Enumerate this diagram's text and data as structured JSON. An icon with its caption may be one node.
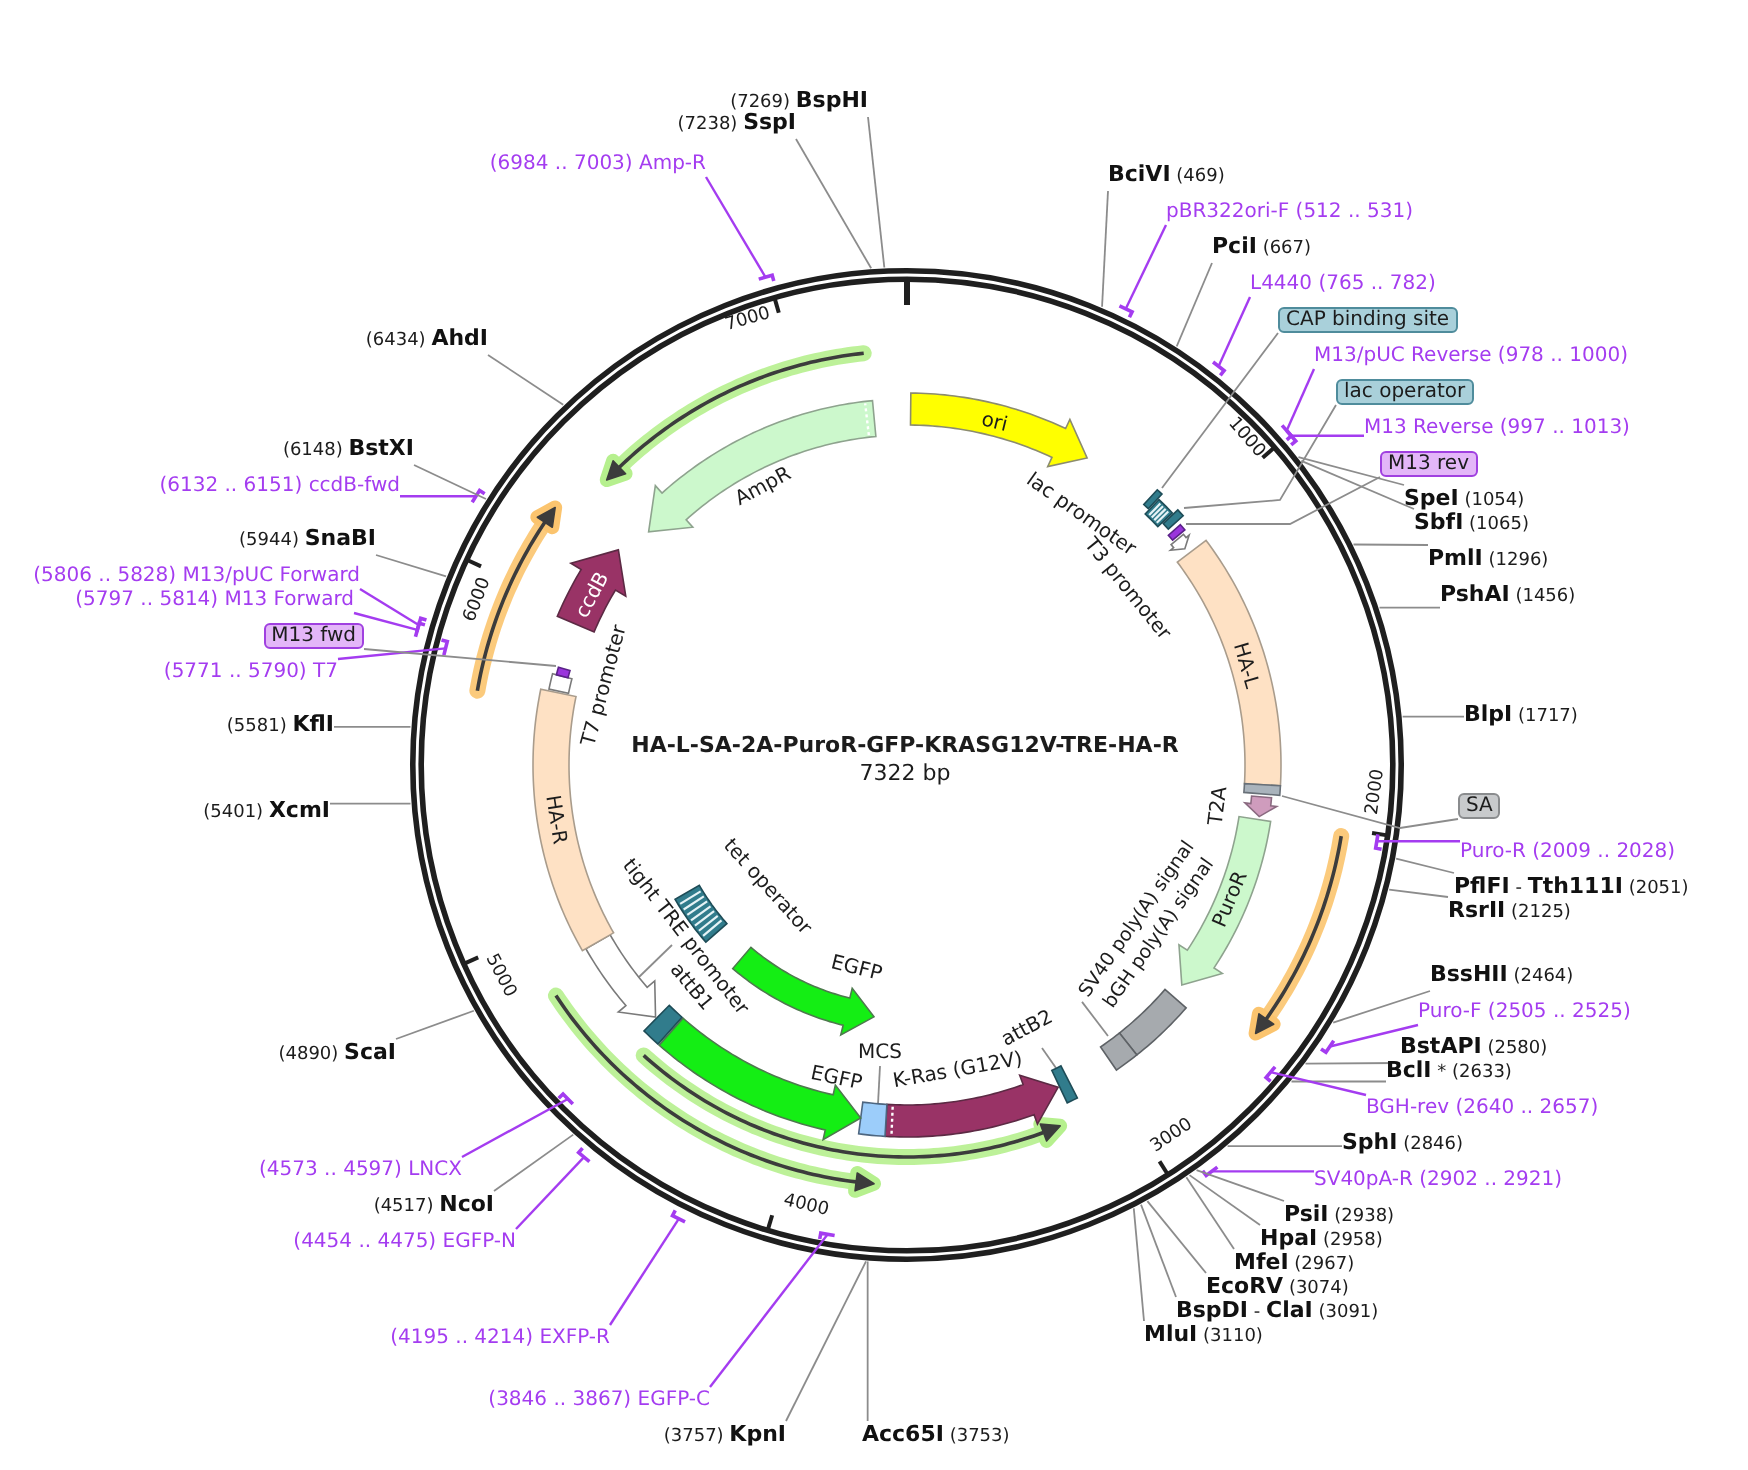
{
  "diagram": {
    "title": "HA-L-SA-2A-PuroR-GFP-KRASG12V-TRE-HA-R",
    "nodes": [
      {
        "text": [
          "(7269) **BspHI**"
        ]
      },
      {
        "text": [
          "(7238) **SspI**"
        ]
      },
      {
        "text": [
          "(6984 .. 7003) Amp-R"
        ]
      },
      {
        "text": [
          "**BciVI** (469)"
        ]
      },
      {
        "text": [
          "pBR322ori-F (512 .. 531)"
        ]
      },
      {
        "text": [
          "**PciI** (667)"
        ]
      },
      {
        "text": [
          "L4440 (765 .. 782)"
        ]
      },
      {
        "text": [
          "CAP binding site"
        ]
      },
      {
        "text": [
          "M13/pUC Reverse (978 .. 1000)"
        ]
      },
      {
        "text": [
          "lac operator"
        ]
      },
      {
        "text": [
          "M13 Reverse (997 .. 1013)"
        ]
      },
      {
        "text": [
          "M13 rev"
        ]
      },
      {
        "text": [
          "**SpeI** (1054)"
        ]
      },
      {
        "text": [
          "**SbfI** (1065)"
        ]
      },
      {
        "text": [
          "**PmlI** (1296)"
        ]
      },
      {
        "text": [
          "**PshAI** (1456)"
        ]
      },
      {
        "text": [
          "**BlpI** (1717)"
        ]
      },
      {
        "text": [
          "SA"
        ]
      },
      {
        "text": [
          "Puro-R (2009 .. 2028)"
        ]
      },
      {
        "text": [
          "**PflFI** - **Tth111I** (2051)"
        ]
      },
      {
        "text": [
          "**RsrII** (2125)"
        ]
      },
      {
        "text": [
          "**BssHII** (2464)"
        ]
      },
      {
        "text": [
          "Puro-F (2505 .. 2525)"
        ]
      },
      {
        "text": [
          "**BstAPI** (2580)"
        ]
      },
      {
        "text": [
          "**BclI** * (2633)"
        ]
      },
      {
        "text": [
          "BGH-rev (2640 .. 2657)"
        ]
      },
      {
        "text": [
          "**SphI** (2846)"
        ]
      },
      {
        "text": [
          "SV40pA-R (2902 .. 2921)"
        ]
      },
      {
        "text": [
          "**PsiI** (2938)"
        ]
      },
      {
        "text": [
          "**HpaI** (2958)"
        ]
      },
      {
        "text": [
          "**MfeI** (2967)"
        ]
      },
      {
        "text": [
          "**EcoRV** (3074)"
        ]
      },
      {
        "text": [
          "**BspDI** - **ClaI** (3091)"
        ]
      },
      {
        "text": [
          "**MluI** (3110)"
        ]
      },
      {
        "text": [
          "**Acc65I** (3753)"
        ]
      },
      {
        "text": [
          "(3757) **KpnI**"
        ]
      },
      {
        "text": [
          "(3846 .. 3867) EGFP-C"
        ]
      },
      {
        "text": [
          "(4195 .. 4214) EXFP-R"
        ]
      },
      {
        "text": [
          "(4454 .. 4475) EGFP-N"
        ]
      },
      {
        "text": [
          "(4517) **NcoI**"
        ]
      },
      {
        "text": [
          "(4573 .. 4597) LNCX"
        ]
      },
      {
        "text": [
          "(4890) **ScaI**"
        ]
      },
      {
        "text": [
          "(5401) **XcmI**"
        ]
      },
      {
        "text": [
          "(5581) **KflI**"
        ]
      },
      {
        "text": [
          "(5771 .. 5790) T7"
        ]
      },
      {
        "text": [
          "M13 fwd"
        ]
      },
      {
        "text": [
          "(5797 .. 5814) M13 Forward"
        ]
      },
      {
        "text": [
          "(5806 .. 5828) M13/pUC Forward"
        ]
      },
      {
        "text": [
          "(5944) **SnaBI**"
        ]
      },
      {
        "text": [
          "(6132 .. 6151) ccdB-fwd"
        ]
      },
      {
        "text": [
          "(6148) **BstXI**"
        ]
      },
      {
        "text": [
          "(6434) **AhdI**"
        ]
      },
      {
        "text": [
          "ori"
        ]
      },
      {
        "text": [],
        "shape": "box"
      },
      {
        "text": [],
        "shape": "box",
        "beside": [
          "lac promoter"
        ]
      },
      {
        "text": [],
        "shape": "box"
      },
      {
        "text": [],
        "shape": "box"
      },
      {
        "text": [],
        "shape": "arrow",
        "beside": [
          "T3 promoter"
        ]
      },
      {
        "text": [
          "HA-L"
        ]
      },
      {
        "text": [],
        "shape": "box"
      },
      {
        "text": [],
        "shape": "arrow"
      },
      {
        "text": [
          "PuroR"
        ]
      },
      {
        "text": [],
        "shape": "box",
        "beside": [
          "bGH poly(A) signal"
        ]
      },
      {
        "text": [],
        "shape": "box"
      },
      {
        "text": [
          "SV40 poly(A) signal"
        ]
      },
      {
        "text": [],
        "shape": "box"
      },
      {
        "text": [
          "attB2"
        ]
      },
      {
        "text": [],
        "shape": "arrow",
        "beside": [
          "K-Ras (G12V)"
        ]
      },
      {
        "text": [],
        "shape": "box"
      },
      {
        "text": [
          "MCS"
        ]
      },
      {
        "text": [],
        "shape": "arrow",
        "beside": [
          "EGFP"
        ]
      },
      {
        "text": [],
        "shape": "box",
        "beside": [
          "attB1"
        ]
      },
      {
        "text": [],
        "shape": "arrow"
      },
      {
        "text": [
          "tight TRE promoter"
        ]
      },
      {
        "text": [],
        "shape": "box",
        "beside": [
          "tet operator"
        ]
      },
      {
        "text": [],
        "shape": "arrow",
        "beside": [
          "EGFP"
        ]
      },
      {
        "text": [
          "HA-R"
        ]
      },
      {
        "text": [],
        "shape": "box",
        "beside": [
          "T7 promoter"
        ]
      },
      {
        "text": [],
        "shape": "box"
      },
      {
        "text": [
          "ccdB"
        ]
      },
      {
        "text": [],
        "shape": "arrow",
        "beside": [
          "AmpR"
        ]
      }
    ],
    "edges": [
      {
        "from": 0,
        "to": null,
        "arrow": "none"
      },
      {
        "from": 1,
        "to": null,
        "arrow": "none"
      },
      {
        "from": 2,
        "to": null,
        "arrow": "none",
        "color": "#a43cf0"
      },
      {
        "from": 3,
        "to": null,
        "arrow": "none"
      },
      {
        "from": 4,
        "to": null,
        "arrow": "none",
        "color": "#a43cf0"
      },
      {
        "from": 5,
        "to": null,
        "arrow": "none"
      },
      {
        "from": 6,
        "to": null,
        "arrow": "none",
        "color": "#a43cf0"
      },
      {
        "from": 7,
        "to": 53,
        "arrow": "none"
      },
      {
        "from": 8,
        "to": null,
        "arrow": "none",
        "color": "#a43cf0"
      },
      {
        "from": 9,
        "to": 55,
        "arrow": "none"
      },
      {
        "from": 10,
        "to": null,
        "arrow": "none",
        "color": "#a43cf0"
      },
      {
        "from": 11,
        "to": 56,
        "arrow": "none"
      },
      {
        "from": 12,
        "to": null,
        "arrow": "none"
      },
      {
        "from": 13,
        "to": null,
        "arrow": "none"
      },
      {
        "from": 14,
        "to": null,
        "arrow": "none"
      },
      {
        "from": 15,
        "to": null,
        "arrow": "none"
      },
      {
        "from": 16,
        "to": null,
        "arrow": "none"
      },
      {
        "from": 17,
        "to": 59,
        "arrow": "none"
      },
      {
        "from": 18,
        "to": null,
        "arrow": "none",
        "color": "#a43cf0"
      },
      {
        "from": 19,
        "to": null,
        "arrow": "none"
      },
      {
        "from": 20,
        "to": null,
        "arrow": "none"
      },
      {
        "from": 21,
        "to": null,
        "arrow": "none"
      },
      {
        "from": 22,
        "to": null,
        "arrow": "none",
        "color": "#a43cf0"
      },
      {
        "from": 23,
        "to": null,
        "arrow": "none"
      },
      {
        "from": 24,
        "to": null,
        "arrow": "none"
      },
      {
        "from": 25,
        "to": null,
        "arrow": "none",
        "color": "#a43cf0"
      },
      {
        "from": 26,
        "to": null,
        "arrow": "none"
      },
      {
        "from": 27,
        "to": null,
        "arrow": "none",
        "color": "#a43cf0"
      },
      {
        "from": 28,
        "to": null,
        "arrow": "none"
      },
      {
        "from": 29,
        "to": null,
        "arrow": "none"
      },
      {
        "from": 30,
        "to": null,
        "arrow": "none"
      },
      {
        "from": 31,
        "to": null,
        "arrow": "none"
      },
      {
        "from": 32,
        "to": null,
        "arrow": "none"
      },
      {
        "from": 33,
        "to": null,
        "arrow": "none"
      },
      {
        "from": 34,
        "to": null,
        "arrow": "none"
      },
      {
        "from": 35,
        "to": null,
        "arrow": "none"
      },
      {
        "from": 36,
        "to": null,
        "arrow": "none",
        "color": "#a43cf0"
      },
      {
        "from": 37,
        "to": null,
        "arrow": "none",
        "color": "#a43cf0"
      },
      {
        "from": 38,
        "to": null,
        "arrow": "none",
        "color": "#a43cf0"
      },
      {
        "from": 39,
        "to": null,
        "arrow": "none"
      },
      {
        "from": 40,
        "to": null,
        "arrow": "none",
        "color": "#a43cf0"
      },
      {
        "from": 41,
        "to": null,
        "arrow": "none"
      },
      {
        "from": 42,
        "to": null,
        "arrow": "none"
      },
      {
        "from": 43,
        "to": null,
        "arrow": "none"
      },
      {
        "from": 44,
        "to": null,
        "arrow": "none",
        "color": "#a43cf0"
      },
      {
        "from": 45,
        "to": 78,
        "arrow": "none"
      },
      {
        "from": 46,
        "to": null,
        "arrow": "none",
        "color": "#a43cf0"
      },
      {
        "from": 47,
        "to": null,
        "arrow": "none",
        "color": "#a43cf0"
      },
      {
        "from": 48,
        "to": null,
        "arrow": "none"
      },
      {
        "from": 49,
        "to": null,
        "arrow": "none",
        "color": "#a43cf0"
      },
      {
        "from": 50,
        "to": null,
        "arrow": "none"
      },
      {
        "from": 51,
        "to": null,
        "arrow": "none"
      },
      {
        "from": 64,
        "to": 63,
        "arrow": "none"
      },
      {
        "from": 66,
        "to": 65,
        "arrow": "none"
      },
      {
        "from": 69,
        "to": 68,
        "arrow": "none"
      },
      {
        "from": 73,
        "to": 72,
        "arrow": "none"
      }
    ],
    "labels": [
      "7000",
      "1000",
      "6000",
      "7322 bp",
      "2000",
      "T2A",
      "5000",
      "3000",
      "4000"
    ]
  }
}
